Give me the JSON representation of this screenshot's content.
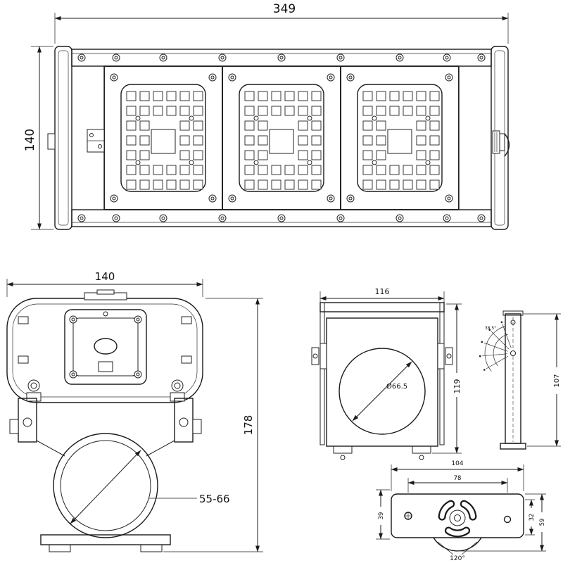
{
  "drawing": {
    "front": {
      "width": "349",
      "height": "140"
    },
    "end": {
      "width": "140",
      "height": "178",
      "clamp_range": "55-66"
    },
    "side": {
      "width": "116",
      "height": "119",
      "diameter": "Ø66.5"
    },
    "pole": {
      "height": "107",
      "angle": "38.5°"
    },
    "plan": {
      "width": "104",
      "hole_spacing": "78",
      "left_height": "39",
      "slot_height": "32",
      "total_height": "59",
      "slot_angle": "120°"
    }
  }
}
